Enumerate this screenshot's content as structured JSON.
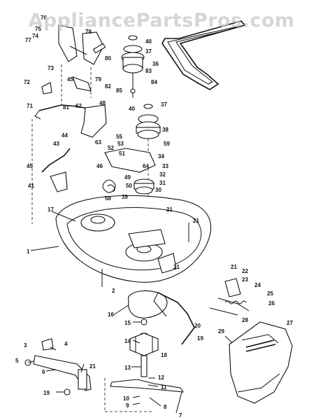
{
  "watermark": "AppliancePartsPros.com",
  "callouts": [
    {
      "text": "76"
    },
    {
      "text": "75"
    },
    {
      "text": "74"
    },
    {
      "text": "77"
    },
    {
      "text": "78"
    },
    {
      "text": "80"
    },
    {
      "text": "73"
    },
    {
      "text": "79"
    },
    {
      "text": "82"
    },
    {
      "text": "72"
    },
    {
      "text": "45"
    },
    {
      "text": "81"
    },
    {
      "text": "71"
    },
    {
      "text": "62"
    },
    {
      "text": "48"
    },
    {
      "text": "44"
    },
    {
      "text": "43"
    },
    {
      "text": "45"
    },
    {
      "text": "41"
    },
    {
      "text": "40"
    },
    {
      "text": "37"
    },
    {
      "text": "36"
    },
    {
      "text": "83"
    },
    {
      "text": "84"
    },
    {
      "text": "85"
    },
    {
      "text": "40"
    },
    {
      "text": "37"
    },
    {
      "text": "38"
    },
    {
      "text": "55"
    },
    {
      "text": "59"
    },
    {
      "text": "63"
    },
    {
      "text": "52"
    },
    {
      "text": "53"
    },
    {
      "text": "51"
    },
    {
      "text": "34"
    },
    {
      "text": "46"
    },
    {
      "text": "64"
    },
    {
      "text": "33"
    },
    {
      "text": "32"
    },
    {
      "text": "49"
    },
    {
      "text": "50"
    },
    {
      "text": "31"
    },
    {
      "text": "30"
    },
    {
      "text": "58"
    },
    {
      "text": "39"
    },
    {
      "text": "21"
    },
    {
      "text": "17"
    },
    {
      "text": "21"
    },
    {
      "text": "1"
    },
    {
      "text": "21"
    },
    {
      "text": "21"
    },
    {
      "text": "22"
    },
    {
      "text": "23"
    },
    {
      "text": "24"
    },
    {
      "text": "25"
    },
    {
      "text": "26"
    },
    {
      "text": "2"
    },
    {
      "text": "16"
    },
    {
      "text": "28"
    },
    {
      "text": "27"
    },
    {
      "text": "29"
    },
    {
      "text": "15"
    },
    {
      "text": "20"
    },
    {
      "text": "14"
    },
    {
      "text": "19"
    },
    {
      "text": "18"
    },
    {
      "text": "3"
    },
    {
      "text": "4"
    },
    {
      "text": "5"
    },
    {
      "text": "6"
    },
    {
      "text": "21"
    },
    {
      "text": "13"
    },
    {
      "text": "12"
    },
    {
      "text": "19"
    },
    {
      "text": "11"
    },
    {
      "text": "10"
    },
    {
      "text": "9"
    },
    {
      "text": "8"
    },
    {
      "text": "7"
    }
  ]
}
